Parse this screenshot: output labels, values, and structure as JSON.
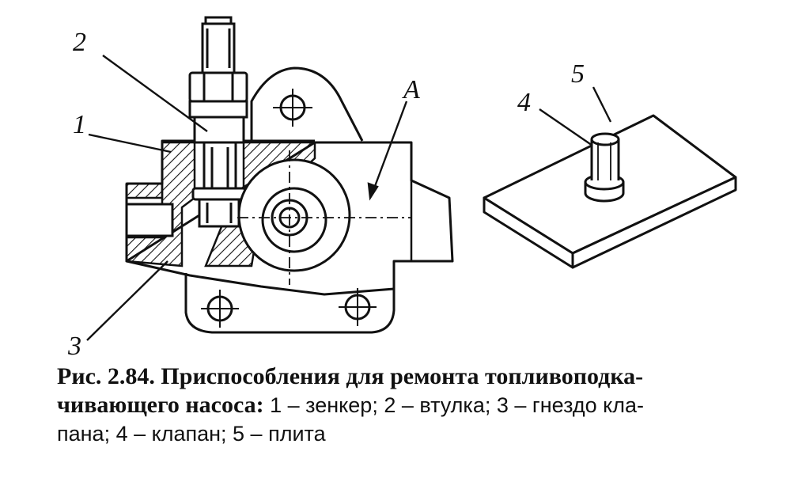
{
  "figure": {
    "labels": {
      "part_1": "1",
      "part_2": "2",
      "part_3": "3",
      "part_4": "4",
      "part_5": "5",
      "section_A": "A"
    }
  },
  "caption": {
    "line1_bold": "Рис. 2.84. Приспособления для ремонта топливоподка-",
    "line2_bold": "чивающего насоса:",
    "line2_rest": " 1 – зенкер; 2 – втулка; 3 – гнездо кла-",
    "line3": "пана; 4 – клапан; 5 – плита"
  }
}
